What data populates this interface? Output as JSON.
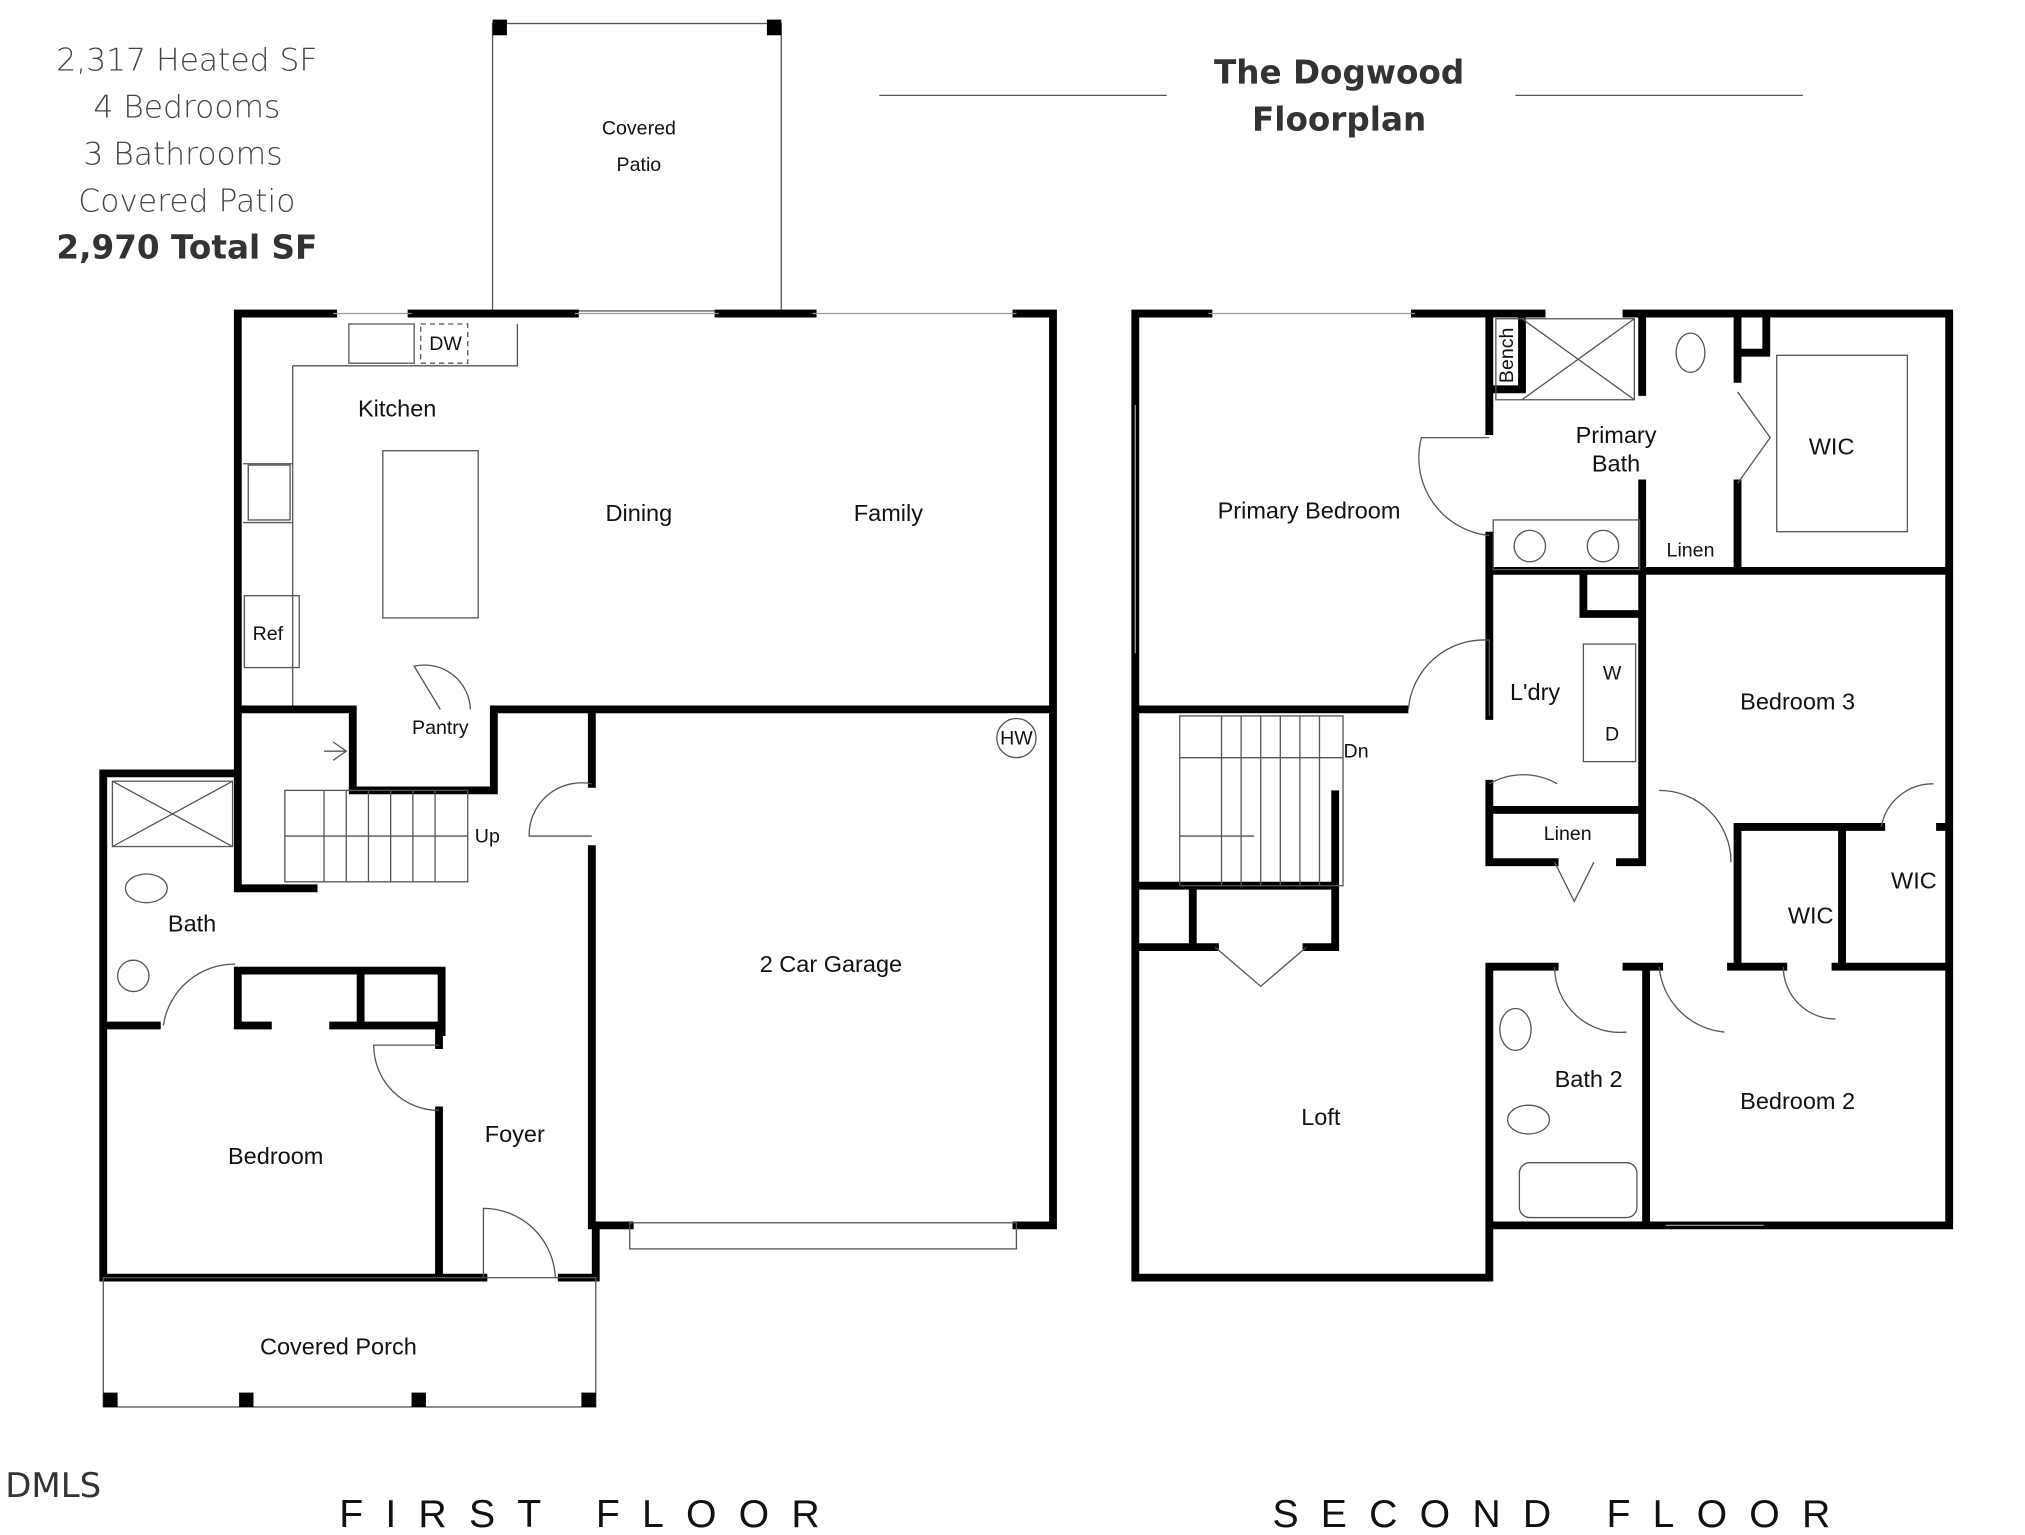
{
  "stats": {
    "heated_sf": "2,317 Heated SF",
    "bedrooms": "4 Bedrooms",
    "bathrooms": "3 Bathrooms",
    "patio": "Covered Patio",
    "total_sf": "2,970 Total SF"
  },
  "title": {
    "line1": "The Dogwood",
    "line2": "Floorplan"
  },
  "first_floor": {
    "heading": "FIRST FLOOR",
    "rooms": {
      "covered_patio_1": "Covered",
      "covered_patio_2": "Patio",
      "kitchen": "Kitchen",
      "dw": "DW",
      "dining": "Dining",
      "family": "Family",
      "ref": "Ref",
      "pantry": "Pantry",
      "up": "Up",
      "hw": "HW",
      "garage": "2 Car Garage",
      "bath": "Bath",
      "bedroom": "Bedroom",
      "foyer": "Foyer",
      "covered_porch": "Covered Porch"
    }
  },
  "second_floor": {
    "heading": "SECOND FLOOR",
    "rooms": {
      "primary_bedroom": "Primary Bedroom",
      "primary_bath_1": "Primary",
      "primary_bath_2": "Bath",
      "bench": "Bench",
      "wic_primary": "WIC",
      "linen_primary": "Linen",
      "laundry": "L'dry",
      "washer": "W",
      "dryer": "D",
      "bedroom3": "Bedroom 3",
      "dn": "Dn",
      "linen_hall": "Linen",
      "wic_bed3": "WIC",
      "wic_bed2": "WIC",
      "bath2": "Bath 2",
      "bedroom2": "Bedroom 2",
      "loft": "Loft"
    }
  },
  "logo": "DMLS"
}
